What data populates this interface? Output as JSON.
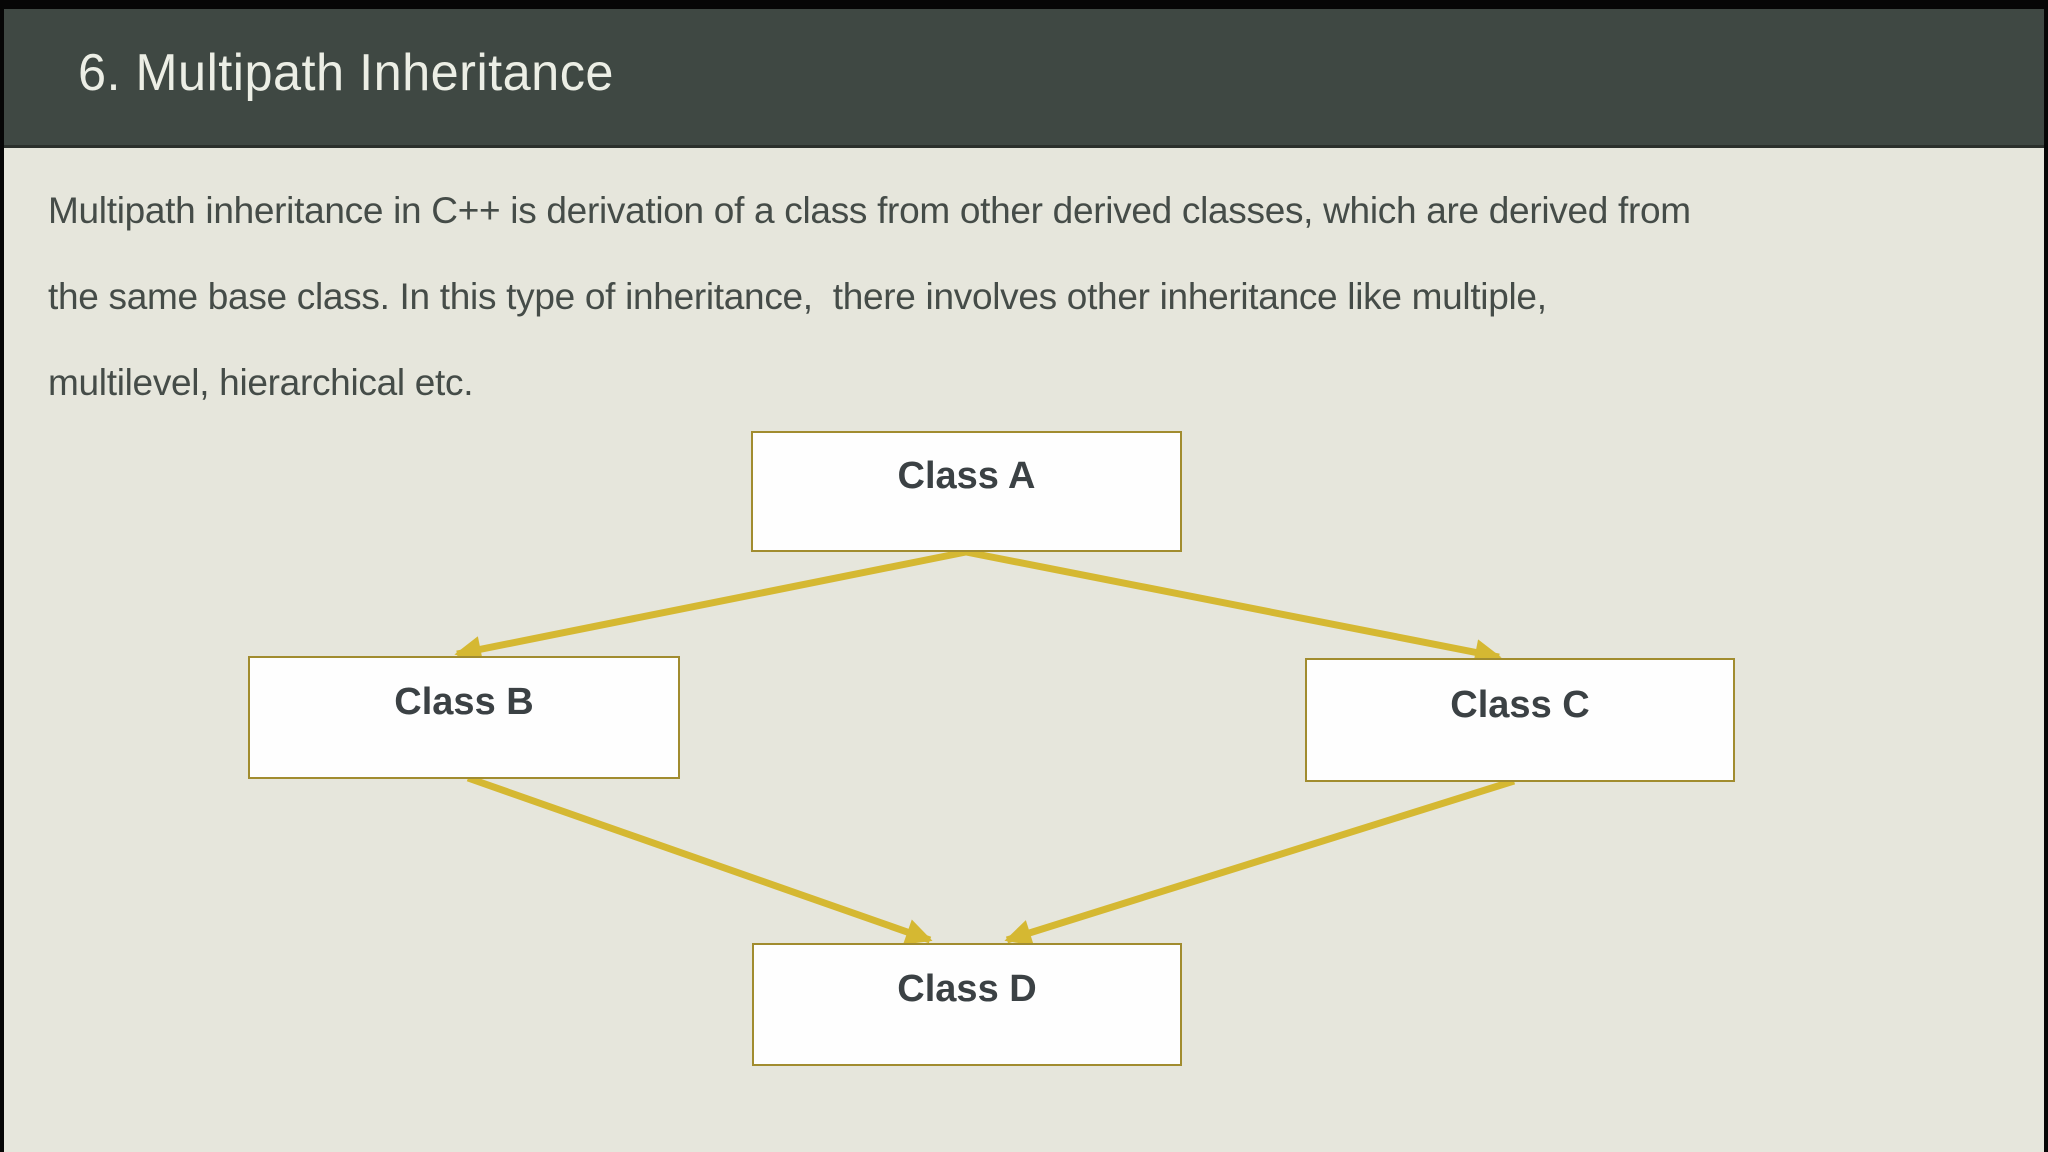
{
  "slide": {
    "title": "6. Multipath Inheritance",
    "paragraph": {
      "full_text": "Multipath inheritance in C++ is derivation of a class from other derived classes, which are derived from the same base class. In this type of inheritance,  there involves other inheritance like multiple, multilevel, hierarchical etc.",
      "lines": [
        "Multipath inheritance in C++ is derivation of a class from other derived classes, which are derived from",
        "the same base class. In this type of inheritance,  there involves other inheritance like multiple,",
        "multilevel, hierarchical etc."
      ]
    }
  },
  "diagram": {
    "type": "class-inheritance-diagram",
    "nodes": [
      {
        "id": "A",
        "label": "Class A"
      },
      {
        "id": "B",
        "label": "Class B"
      },
      {
        "id": "C",
        "label": "Class C"
      },
      {
        "id": "D",
        "label": "Class D"
      }
    ],
    "edges": [
      {
        "from": "Class A",
        "to": "Class B"
      },
      {
        "from": "Class A",
        "to": "Class C"
      },
      {
        "from": "Class B",
        "to": "Class D"
      },
      {
        "from": "Class C",
        "to": "Class D"
      }
    ]
  },
  "colors": {
    "header_background": "#3f4843",
    "title_text": "#eceee5",
    "slide_background": "#e6e6dc",
    "body_text": "#454c48",
    "node_fill": "#fefefe",
    "node_border_gold": "#a18c2f",
    "node_label_text": "#3b4144",
    "arrow_gold": "#d5b832"
  }
}
